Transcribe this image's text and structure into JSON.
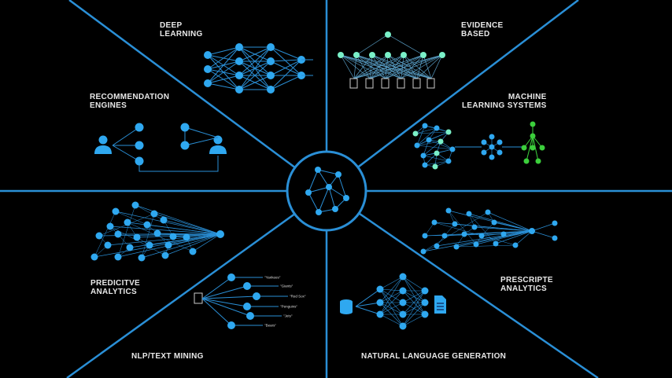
{
  "sections": {
    "deep_learning": "DEEP\nLEARNING",
    "evidence_based": "EVIDENCE\nBASED",
    "recommendation_engines": "RECOMMENDATION\nENGINES",
    "machine_learning_systems": "MACHINE\nLEARNING SYSTEMS",
    "predictive_analytics": "PREDICITVE\nANALYTICS",
    "prescriptive_analytics": "PRESCRIPTE\nANALYTICS",
    "nlp_text_mining": "NLP/TEXT MINING",
    "natural_language_generation": "NATURAL LANGUAGE GENERATION"
  },
  "nlp_entities": [
    "\"Yankees\"",
    "\"Giants\"",
    "\"Red Sox\"",
    "\"Penguins\"",
    "\"Jets\"",
    "\"Bears\""
  ],
  "colors": {
    "line": "#2a8fd6",
    "node": "#2fa8f0",
    "teal": "#7af0c8",
    "green": "#3ccf3c",
    "label": "#e8e8e8"
  }
}
